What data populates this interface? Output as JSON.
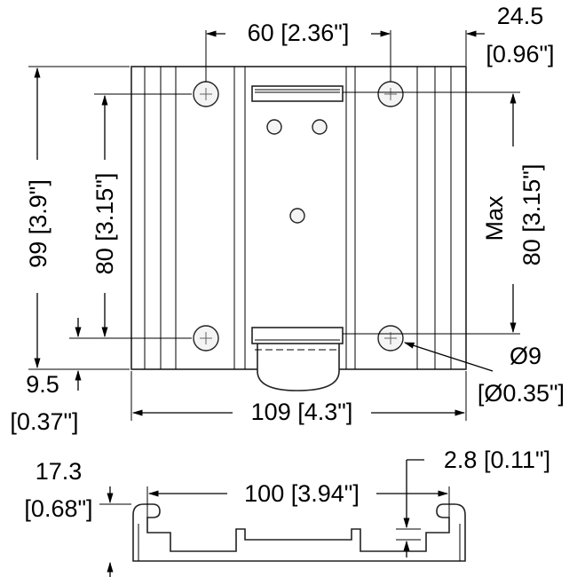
{
  "drawing": {
    "colors": {
      "stroke": "#000000",
      "part_fill": "#ffffff",
      "hole_fill": "#f4f4f4"
    },
    "front_view": {
      "hole_spacing": "60 [2.36\"]",
      "side_offset_mm": "24.5",
      "side_offset_in": "[0.96\"]",
      "total_height": "99 [3.9\"]",
      "hole_vertical_spacing": "80 [3.15\"]",
      "max_label": "Max",
      "max_vertical": "80 [3.15\"]",
      "bottom_offset_mm": "9.5",
      "bottom_offset_in": "[0.37\"]",
      "total_width": "109 [4.3\"]",
      "hole_diameter_mm": "Ø9",
      "hole_diameter_in": "[Ø0.35\"]"
    },
    "side_view": {
      "depth_mm": "17.3",
      "depth_in": "[0.68\"]",
      "width": "100 [3.94\"]",
      "lip": "2.8 [0.11\"]"
    }
  }
}
